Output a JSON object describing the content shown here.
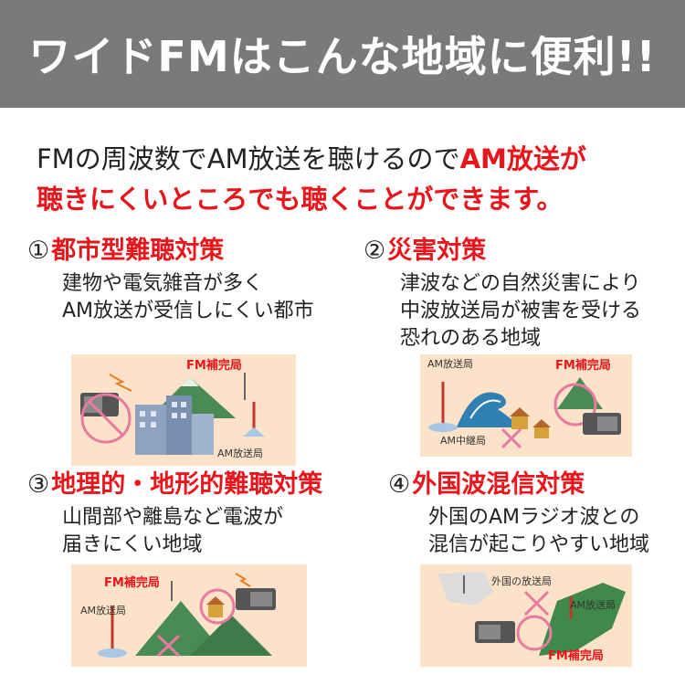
{
  "header": {
    "title": "ワイドFMはこんな地域に便利!!"
  },
  "intro": {
    "line1_plain": "FMの周波数でAM放送を聴けるので",
    "line1_red": "AM放送が",
    "line2_red": "聴きにくいところでも聴くことができます。"
  },
  "sections": [
    {
      "num": "①",
      "title": "都市型難聴対策",
      "desc": "建物や電気雑音が多く\nAM放送が受信しにくい都市",
      "labels": {
        "fm": "FM補完局",
        "am": "AM放送局"
      }
    },
    {
      "num": "②",
      "title": "災害対策",
      "desc": "津波などの自然災害により\n中波放送局が被害を受ける\n恐れのある地域",
      "labels": {
        "fm": "FM補完局",
        "am": "AM放送局",
        "relay": "AM中継局"
      }
    },
    {
      "num": "③",
      "title": "地理的・地形的難聴対策",
      "desc": "山間部や離島など電波が\n届きにくい地域",
      "labels": {
        "fm": "FM補完局",
        "am": "AM放送局"
      }
    },
    {
      "num": "④",
      "title": "外国波混信対策",
      "desc": "外国のAMラジオ波との\n混信が起こりやすい地域",
      "labels": {
        "fm": "FM補完局",
        "am": "AM放送局",
        "foreign": "外国の放送局"
      }
    }
  ],
  "colors": {
    "header_bg": "#7a7a7a",
    "accent_red": "#e8151b",
    "illus_bg": "#fbe2c8"
  }
}
